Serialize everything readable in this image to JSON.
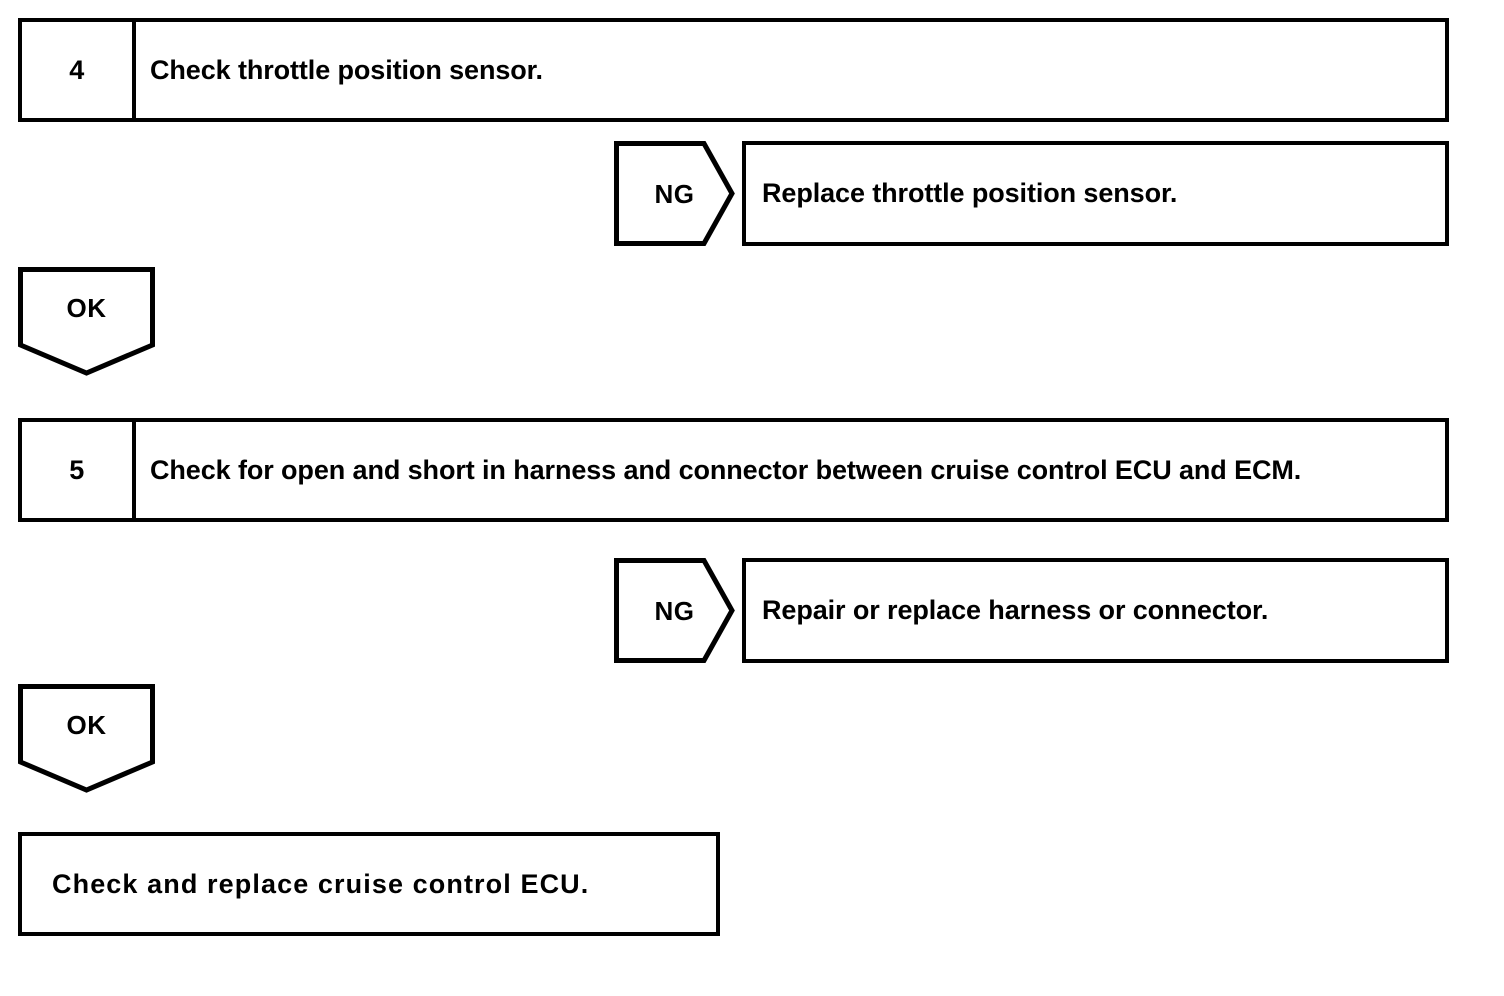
{
  "diagram": {
    "type": "troubleshooting-flowchart",
    "stroke_color": "#000000",
    "background_color": "#ffffff",
    "steps": [
      {
        "number": "4",
        "instruction": "Check throttle position sensor.",
        "branch_label": "NG",
        "branch_action": "Replace throttle position sensor.",
        "pass_label": "OK"
      },
      {
        "number": "5",
        "instruction": "Check for open and short in harness and connector between cruise control ECU and ECM.",
        "branch_label": "NG",
        "branch_action": "Repair or replace harness or connector.",
        "pass_label": "OK"
      }
    ],
    "final": {
      "text": "Check and replace cruise control ECU."
    }
  }
}
